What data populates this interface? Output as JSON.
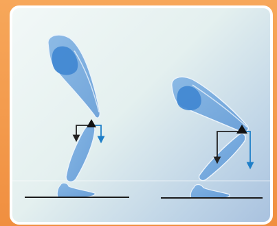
{
  "colors": {
    "frame": "#f39a4c",
    "panel_border": "#ffffff",
    "limb_fill": "#6fa6de",
    "limb_dark": "#3f86d2",
    "limb_outline": "#e8f1fb",
    "ground": "#1a1a1a",
    "pivot": "#111111",
    "arrow_black": "#222222",
    "arrow_blue": "#1f7fc8"
  },
  "figures": [
    {
      "name": "knee-flexion-small-moment-arm",
      "posture": "upright"
    },
    {
      "name": "knee-flexion-large-moment-arm",
      "posture": "deep-flexion"
    }
  ]
}
